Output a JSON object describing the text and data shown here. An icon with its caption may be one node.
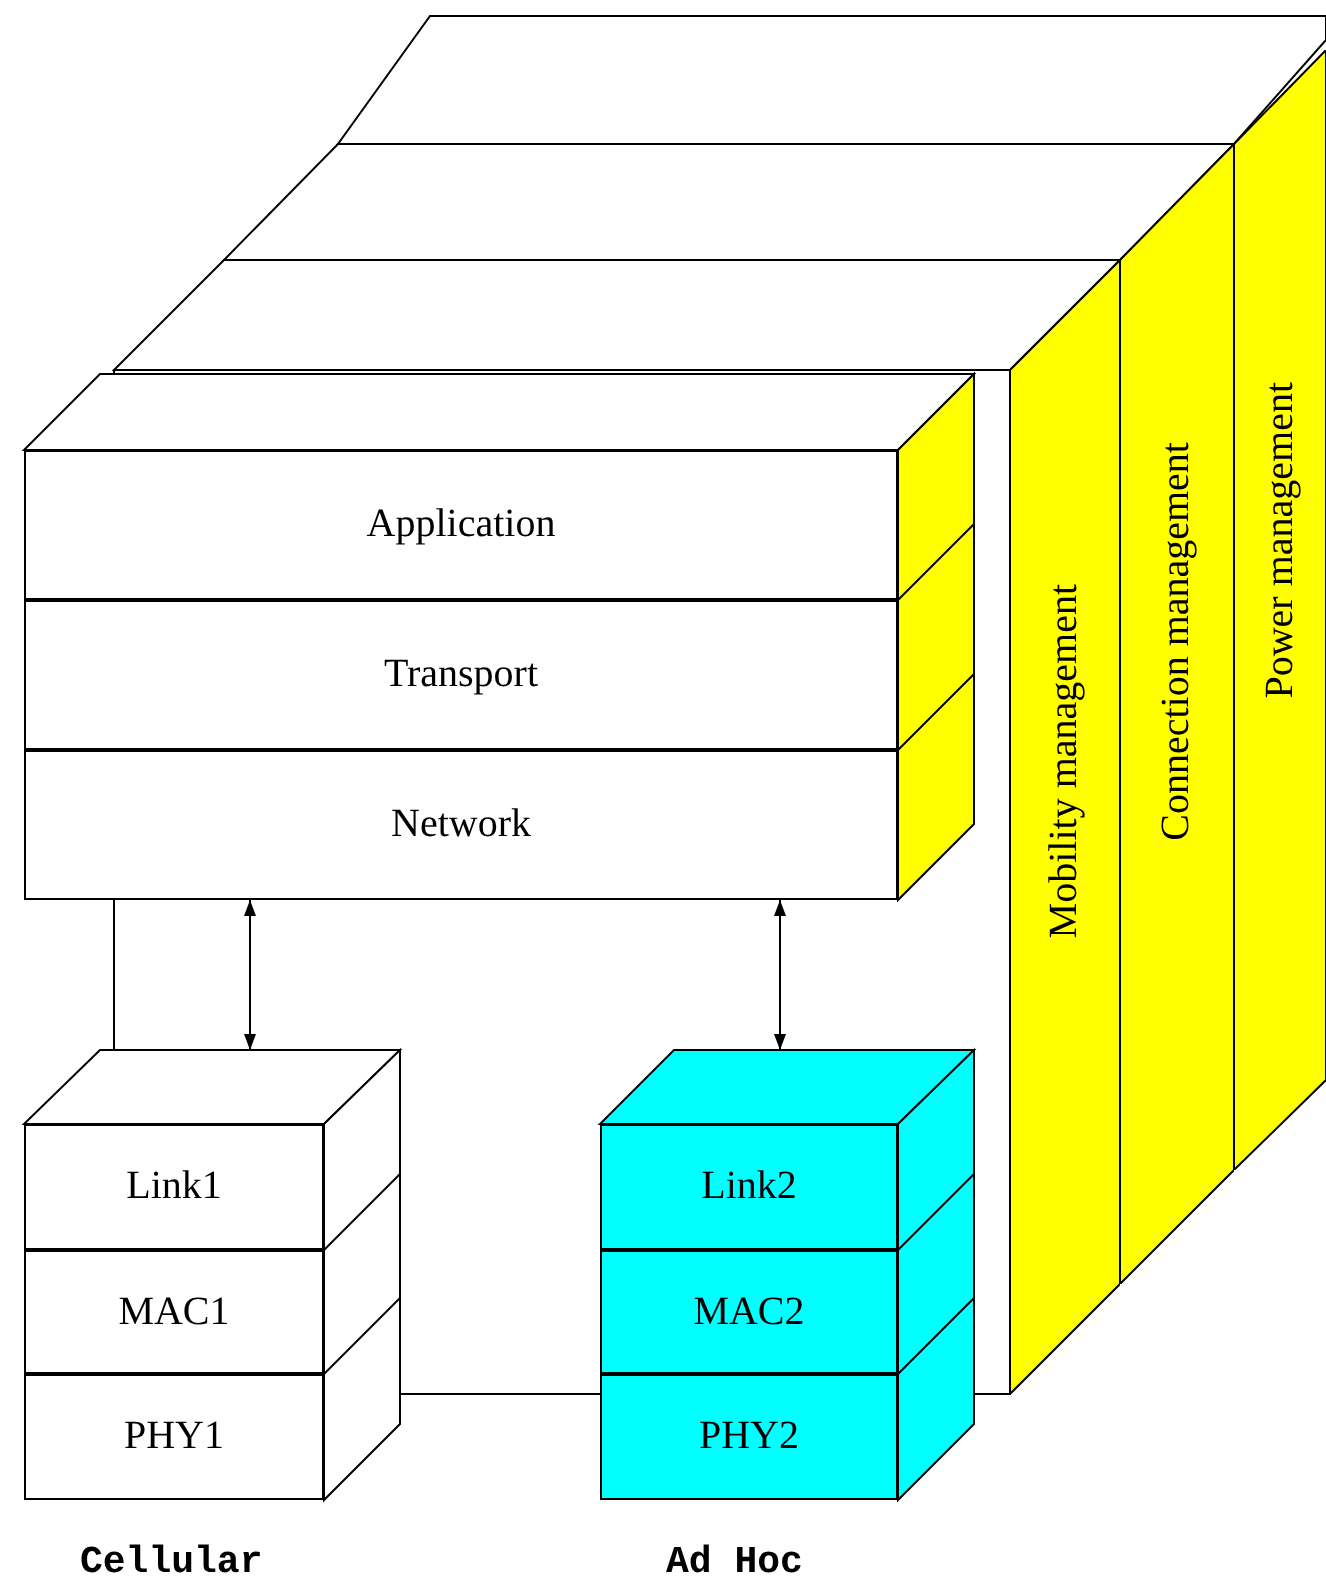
{
  "diagram": {
    "nodes": [
      {
        "text": [
          "Application"
        ]
      },
      {
        "text": [
          "Transport"
        ]
      },
      {
        "text": [
          "Network"
        ]
      },
      {
        "text": [
          "Link1"
        ]
      },
      {
        "text": [
          "MAC1"
        ]
      },
      {
        "text": [
          "PHY1"
        ]
      },
      {
        "text": [
          "Link2"
        ]
      },
      {
        "text": [
          "MAC2"
        ]
      },
      {
        "text": [
          "PHY2"
        ]
      },
      {
        "text": [
          "Mobility management"
        ]
      },
      {
        "text": [
          "Connection management"
        ]
      },
      {
        "text": [
          "Power management"
        ]
      }
    ],
    "edges": [
      {
        "from": 2,
        "to": 3,
        "arrow": "both"
      },
      {
        "from": 2,
        "to": 6,
        "arrow": "both"
      }
    ],
    "labels": [
      "Cellular",
      "Ad Hoc"
    ]
  }
}
